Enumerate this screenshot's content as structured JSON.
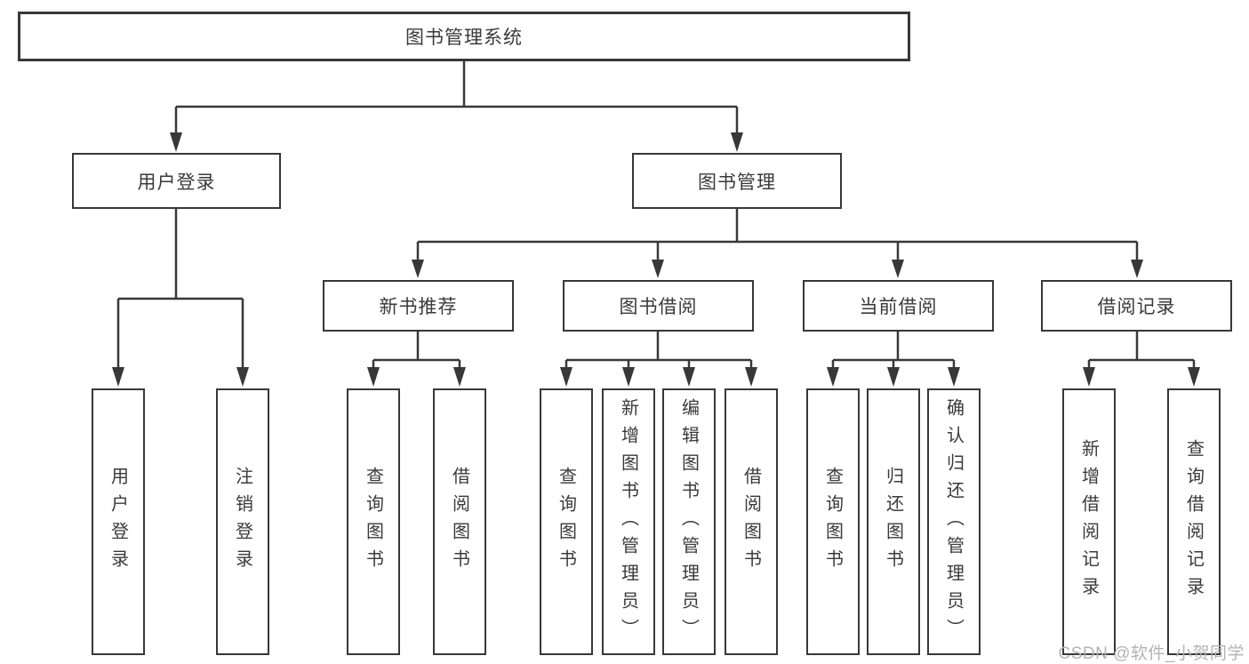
{
  "diagram": {
    "tree": {
      "root": {
        "label": "图书管理系统",
        "children": [
          {
            "label": "用户登录",
            "children": [
              {
                "label": "用户登录"
              },
              {
                "label": "注销登录"
              }
            ]
          },
          {
            "label": "图书管理",
            "children": [
              {
                "label": "新书推荐",
                "children": [
                  {
                    "label": "查询图书"
                  },
                  {
                    "label": "借阅图书"
                  }
                ]
              },
              {
                "label": "图书借阅",
                "children": [
                  {
                    "label": "查询图书"
                  },
                  {
                    "label": "新增图书（管理员）"
                  },
                  {
                    "label": "编辑图书（管理员）"
                  },
                  {
                    "label": "借阅图书"
                  }
                ]
              },
              {
                "label": "当前借阅",
                "children": [
                  {
                    "label": "查询图书"
                  },
                  {
                    "label": "归还图书"
                  },
                  {
                    "label": "确认归还（管理员）"
                  }
                ]
              },
              {
                "label": "借阅记录",
                "children": [
                  {
                    "label": "新增借阅记录"
                  },
                  {
                    "label": "查询借阅记录"
                  }
                ]
              }
            ]
          }
        ]
      }
    },
    "colors": {
      "line": "#383838",
      "text": "#3a3a3a",
      "background": "#ffffff",
      "watermark": "#b3b3b3"
    }
  },
  "watermark": {
    "text": "CSDN @软件_小贺同学"
  }
}
